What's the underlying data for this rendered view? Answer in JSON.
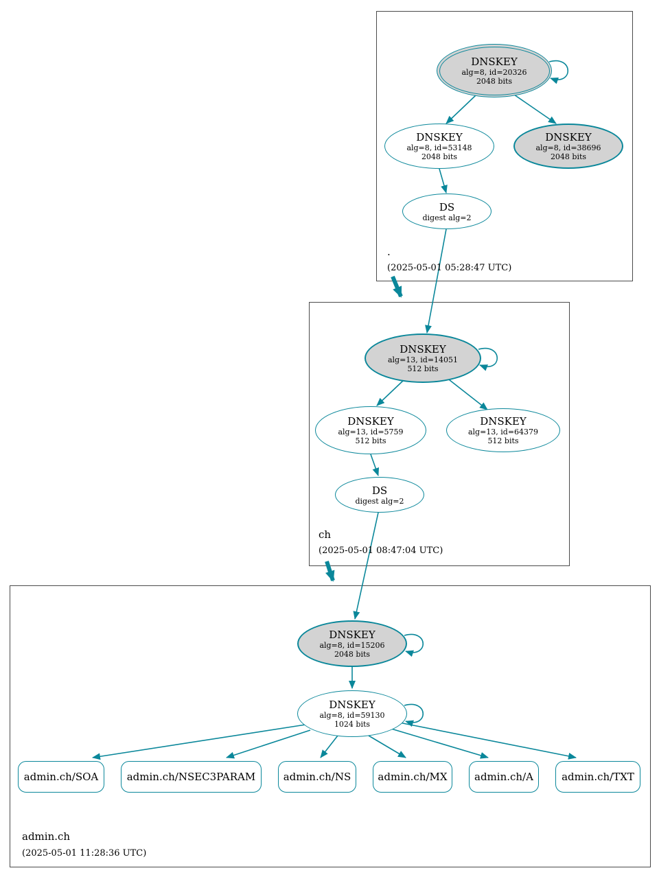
{
  "colors": {
    "edge": "#0a879a",
    "ksk_fill": "#d3d3d3",
    "node_fill": "#ffffff"
  },
  "zones": {
    "root": {
      "label": ".",
      "timestamp": "(2025-05-01 05:28:47 UTC)",
      "nodes": {
        "ksk": {
          "title": "DNSKEY",
          "detail": "alg=8, id=20326",
          "bits": "2048 bits"
        },
        "zsk": {
          "title": "DNSKEY",
          "detail": "alg=8, id=53148",
          "bits": "2048 bits"
        },
        "key2": {
          "title": "DNSKEY",
          "detail": "alg=8, id=38696",
          "bits": "2048 bits"
        },
        "ds": {
          "title": "DS",
          "detail": "digest alg=2"
        }
      }
    },
    "ch": {
      "label": "ch",
      "timestamp": "(2025-05-01 08:47:04 UTC)",
      "nodes": {
        "ksk": {
          "title": "DNSKEY",
          "detail": "alg=13, id=14051",
          "bits": "512 bits"
        },
        "zsk": {
          "title": "DNSKEY",
          "detail": "alg=13, id=5759",
          "bits": "512 bits"
        },
        "zsk2": {
          "title": "DNSKEY",
          "detail": "alg=13, id=64379",
          "bits": "512 bits"
        },
        "ds": {
          "title": "DS",
          "detail": "digest alg=2"
        }
      }
    },
    "adminch": {
      "label": "admin.ch",
      "timestamp": "(2025-05-01 11:28:36 UTC)",
      "nodes": {
        "ksk": {
          "title": "DNSKEY",
          "detail": "alg=8, id=15206",
          "bits": "2048 bits"
        },
        "zsk": {
          "title": "DNSKEY",
          "detail": "alg=8, id=59130",
          "bits": "1024 bits"
        }
      },
      "rrsets": [
        {
          "label": "admin.ch/SOA"
        },
        {
          "label": "admin.ch/NSEC3PARAM"
        },
        {
          "label": "admin.ch/NS"
        },
        {
          "label": "admin.ch/MX"
        },
        {
          "label": "admin.ch/A"
        },
        {
          "label": "admin.ch/TXT"
        }
      ]
    }
  }
}
